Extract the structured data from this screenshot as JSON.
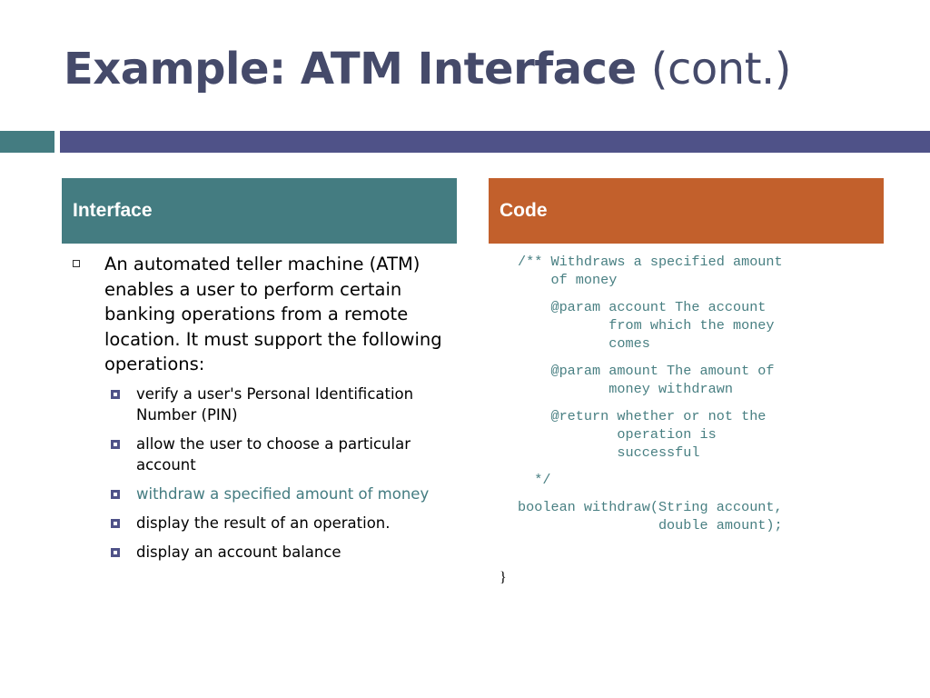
{
  "slide": {
    "title_bold": "Example: ATM Interface",
    "title_rest": "(cont.)"
  },
  "colors": {
    "teal": "#447c81",
    "orange": "#c2602c",
    "indigo": "#4f5288",
    "title": "#454a6a",
    "code": "#487f82"
  },
  "left": {
    "header": "Interface",
    "intro": "An automated teller machine (ATM) enables a user to perform certain banking operations from a remote location. It must support the following operations:",
    "items": [
      {
        "text": "verify a user's Personal Identification Number (PIN)",
        "highlight": false
      },
      {
        "text": "allow the user to choose a particular account",
        "highlight": false
      },
      {
        "text": "withdraw a specified amount of money",
        "highlight": true
      },
      {
        "text": "display the result of an operation.",
        "highlight": false
      },
      {
        "text": "display an account balance",
        "highlight": false
      }
    ]
  },
  "right": {
    "header": "Code",
    "code_lines": [
      "/** Withdraws a specified amount",
      "    of money",
      "",
      "    @param account The account",
      "           from which the money",
      "           comes",
      "",
      "    @param amount The amount of",
      "           money withdrawn",
      "",
      "    @return whether or not the",
      "            operation is",
      "            successful",
      "",
      "  */",
      "",
      "boolean withdraw(String account,",
      "                 double amount);"
    ],
    "closing_brace": "}"
  }
}
